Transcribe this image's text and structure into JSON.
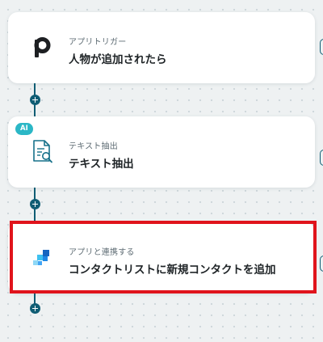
{
  "steps": [
    {
      "category": "アプリトリガー",
      "title": "人物が追加されたら",
      "icon": "pipedrive-p-logo"
    },
    {
      "category": "テキスト抽出",
      "title": "テキスト抽出",
      "icon": "document-search-icon",
      "badge": "AI"
    },
    {
      "category": "アプリと連携する",
      "title": "コンタクトリストに新規コンタクトを追加",
      "icon": "blue-squares-app-logo"
    }
  ],
  "colors": {
    "connector": "#0f5d74",
    "ai_badge": "#2bb7c6",
    "highlight": "#e0141c",
    "app_logo_light": "#3fc1f0",
    "app_logo_dark": "#1565c0"
  }
}
